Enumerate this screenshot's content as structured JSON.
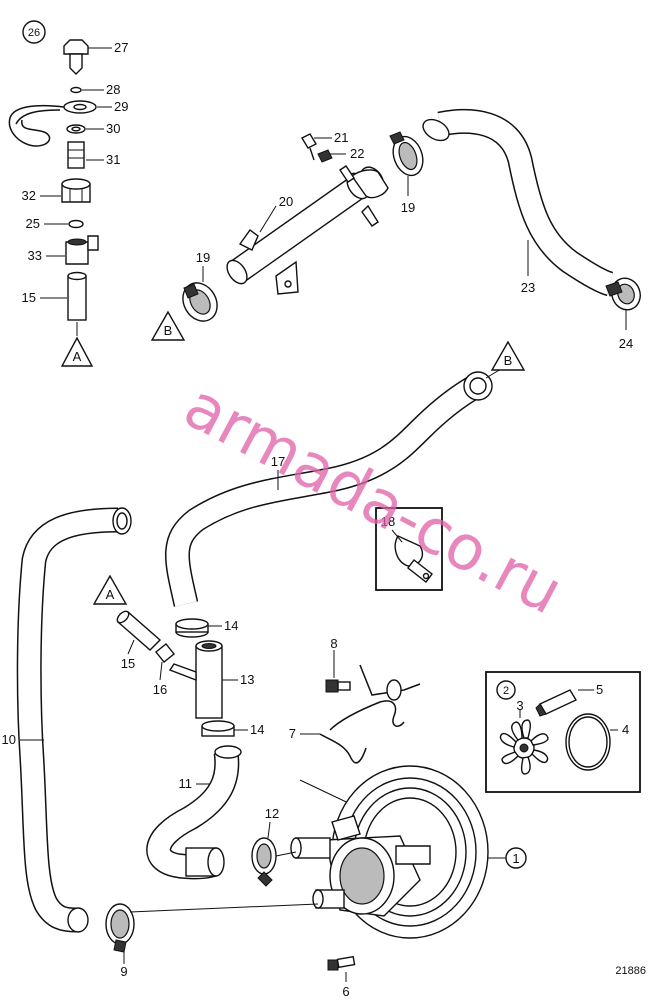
{
  "diagram": {
    "figure_number": "21886",
    "watermark": "armada-co.ru",
    "kit_labels": {
      "k26": "26",
      "k2": "2"
    },
    "refs": {
      "a_top": "A",
      "a_left": "A",
      "b_left": "B",
      "b_right": "B"
    },
    "callouts": {
      "n1": "1",
      "n3": "3",
      "n4": "4",
      "n5": "5",
      "n6": "6",
      "n7": "7",
      "n8": "8",
      "n9": "9",
      "n10": "10",
      "n11": "11",
      "n12": "12",
      "n13": "13",
      "n14a": "14",
      "n14b": "14",
      "n15a": "15",
      "n15b": "15",
      "n16": "16",
      "n17": "17",
      "n18": "18",
      "n19a": "19",
      "n19b": "19",
      "n20": "20",
      "n21": "21",
      "n22": "22",
      "n23": "23",
      "n24": "24",
      "n25": "25",
      "n27": "27",
      "n28": "28",
      "n29": "29",
      "n30": "30",
      "n31": "31",
      "n32": "32",
      "n33": "33"
    }
  }
}
